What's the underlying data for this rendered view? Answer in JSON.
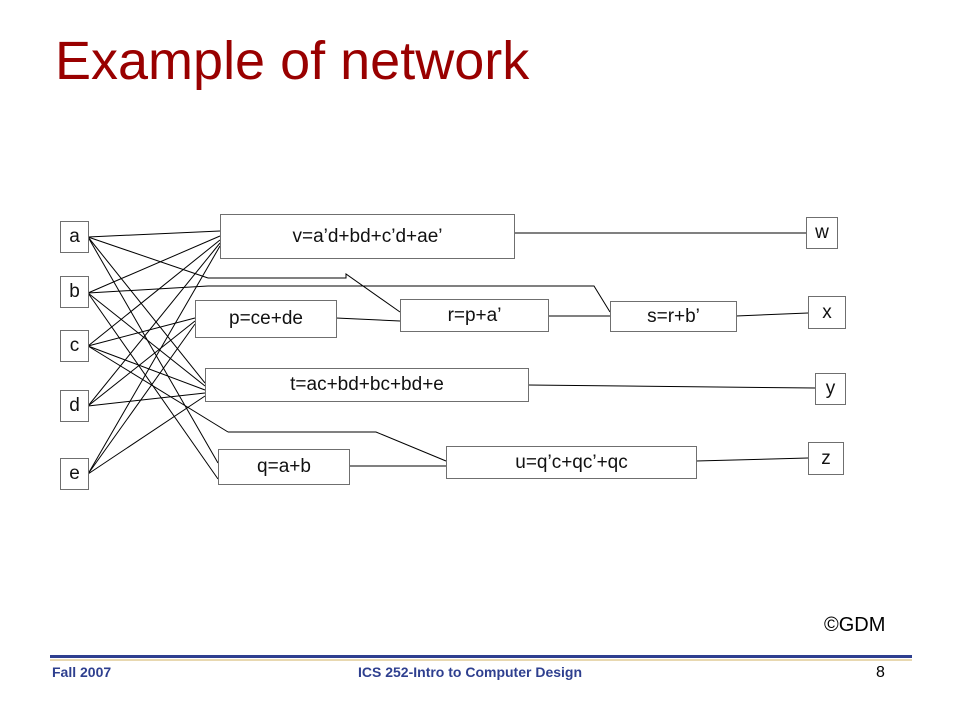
{
  "slide": {
    "title": "Example of network",
    "copyright": "©GDM",
    "footer_left": "Fall 2007",
    "footer_center": "ICS 252-Intro to Computer Design",
    "page_number": "8"
  },
  "inputs": [
    "a",
    "b",
    "c",
    "d",
    "e"
  ],
  "outputs": [
    "w",
    "x",
    "y",
    "z"
  ],
  "nodes": {
    "v": "v=a’d+bd+c’d+ae’",
    "p": "p=ce+de",
    "r": "r=p+a’",
    "s": "s=r+b’",
    "t": "t=ac+bd+bc+bd+e",
    "q": "q=a+b",
    "u": "u=q’c+qc’+qc"
  },
  "colors": {
    "title": "#990000",
    "footer": "#2e3f8f",
    "line": "#000000",
    "border": "#6f6f6f"
  }
}
